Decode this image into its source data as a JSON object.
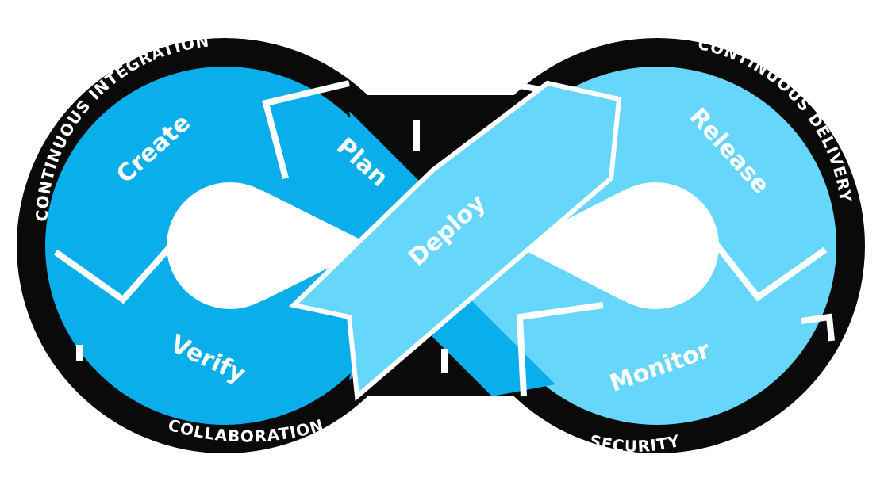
{
  "diagram": {
    "title": "",
    "ring_labels": {
      "continuous_integration": "CONTINUOUS INTEGRATION",
      "continuous_delivery": "CONTINUOUS DELIVERY",
      "collaboration": "COLLABORATION",
      "security": "SECURITY"
    },
    "stages": {
      "create": "Create",
      "plan": "Plan",
      "verify": "Verify",
      "deploy": "Deploy",
      "release": "Release",
      "monitor": "Monitor"
    },
    "colors": {
      "ring": "#0a0a0a",
      "left_loop": "#0aaeea",
      "right_loop": "#66d6fb",
      "deploy_band": "#66d6fb",
      "divider": "#ffffff",
      "text": "#ffffff"
    }
  }
}
